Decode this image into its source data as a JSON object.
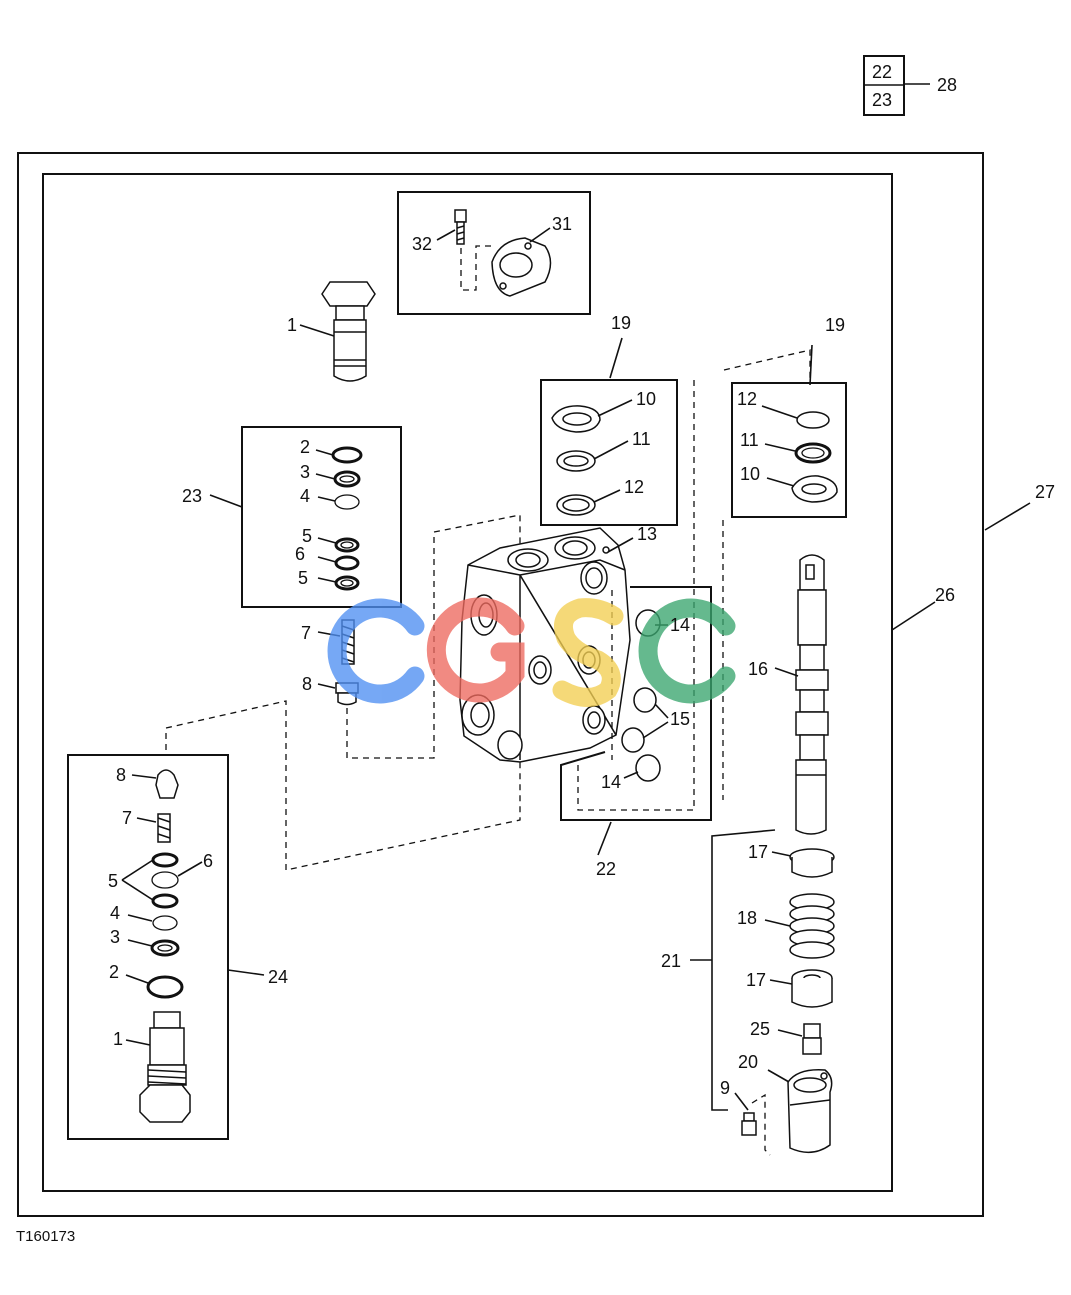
{
  "drawing_id": "T160173",
  "watermark": "CGSC",
  "colors": {
    "watermark_blue": "#4f8ff2",
    "watermark_red": "#ee6a5f",
    "watermark_yellow": "#f3cf53",
    "watermark_green": "#3aa66f",
    "line": "#111111"
  },
  "callouts": {
    "kit_22": "22",
    "kit_23": "23",
    "c28": "28",
    "c27": "27",
    "c26": "26",
    "c32": "32",
    "c31": "31",
    "c1_top": "1",
    "c19_mid": "19",
    "c19_right": "19",
    "c10_mid": "10",
    "c11_mid": "11",
    "c12_mid": "12",
    "c12_right": "12",
    "c11_right": "11",
    "c10_right": "10",
    "c13": "13",
    "c23": "23",
    "c2_a": "2",
    "c3_a": "3",
    "c4_a": "4",
    "c5_a": "5",
    "c6_a": "6",
    "c5_b": "5",
    "c7_a": "7",
    "c8_a": "8",
    "c14_a": "14",
    "c15": "15",
    "c14_b": "14",
    "c22": "22",
    "c16": "16",
    "c8_b": "8",
    "c7_b": "7",
    "c5_c": "5",
    "c6_b": "6",
    "c4_b": "4",
    "c3_b": "3",
    "c2_b": "2",
    "c24": "24",
    "c1_bot": "1",
    "c17_a": "17",
    "c18": "18",
    "c21": "21",
    "c17_b": "17",
    "c25": "25",
    "c20": "20",
    "c9": "9"
  }
}
